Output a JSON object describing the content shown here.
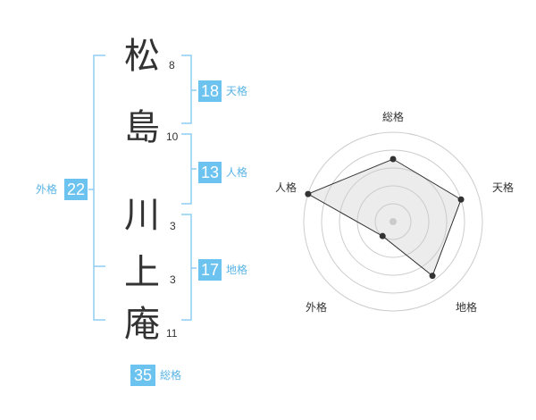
{
  "name_chars": [
    {
      "char": "松",
      "strokes": "8"
    },
    {
      "char": "島",
      "strokes": "10"
    },
    {
      "char": "川",
      "strokes": "3"
    },
    {
      "char": "上",
      "strokes": "3"
    },
    {
      "char": "庵",
      "strokes": "11"
    }
  ],
  "fortunes": {
    "tenkaku": {
      "value": "18",
      "label": "天格"
    },
    "jinkaku": {
      "value": "13",
      "label": "人格"
    },
    "chikaku": {
      "value": "17",
      "label": "地格"
    },
    "gaikaku": {
      "value": "22",
      "label": "外格"
    },
    "soukaku": {
      "value": "35",
      "label": "総格"
    }
  },
  "colors": {
    "accent": "#6cc3f0",
    "bracket": "#8ecdf2",
    "radar_fill": "#eeeeee",
    "radar_line": "#333333"
  },
  "chart_data": {
    "type": "radar",
    "axes": [
      "総格",
      "天格",
      "地格",
      "外格",
      "人格"
    ],
    "values": [
      0.7,
      0.8,
      0.75,
      0.2,
      1.0
    ],
    "rings": 5
  }
}
